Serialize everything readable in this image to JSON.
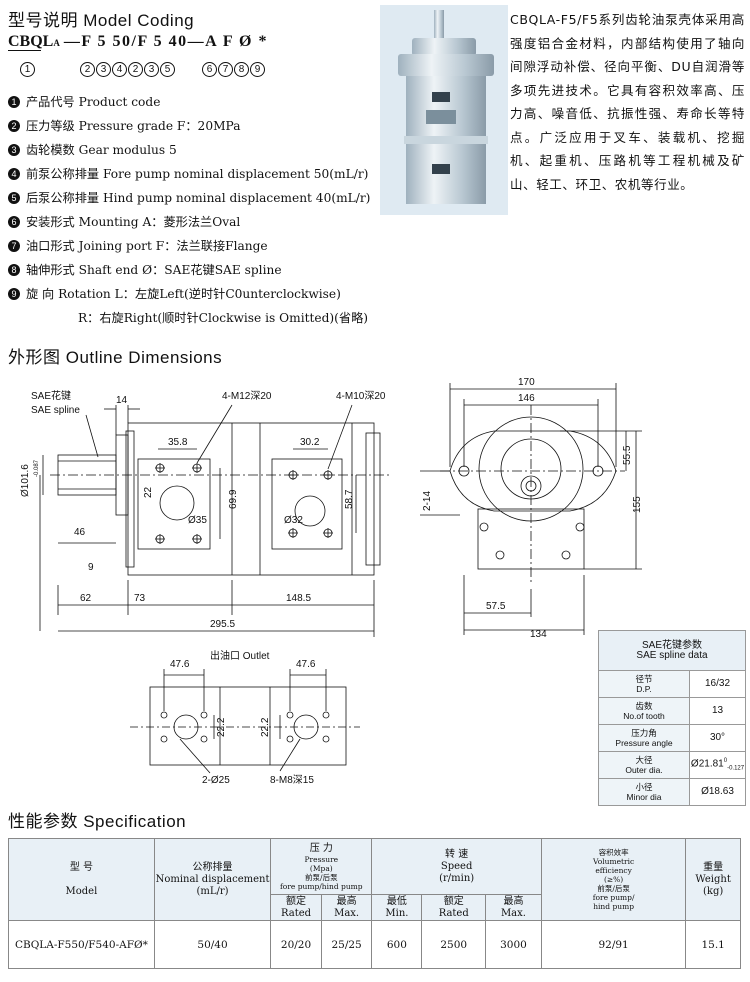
{
  "model_coding": {
    "title": "型号说明  Model Coding",
    "code_prefix": "CBQL",
    "code_sub": "A",
    "code_rest": "—F 5 50/F 5 40—A F Ø *",
    "numbers": [
      "1",
      "2",
      "3",
      "4",
      "2",
      "3",
      "5",
      "6",
      "7",
      "8",
      "9"
    ],
    "items": [
      {
        "n": "1",
        "text": "产品代号 Product code"
      },
      {
        "n": "2",
        "text": "压力等级 Pressure grade  F：20MPa"
      },
      {
        "n": "3",
        "text": "齿轮模数 Gear modulus 5"
      },
      {
        "n": "4",
        "text": "前泵公称排量 Fore pump nominal displacement 50(mL/r)"
      },
      {
        "n": "5",
        "text": "后泵公称排量 Hind pump nominal displacement 40(mL/r)"
      },
      {
        "n": "6",
        "text": "安装形式 Mounting  A：菱形法兰Oval"
      },
      {
        "n": "7",
        "text": "油口形式 Joining port  F：法兰联接Flange"
      },
      {
        "n": "8",
        "text": "轴伸形式 Shaft end  Ø：SAE花键SAE spline"
      },
      {
        "n": "9",
        "text": "旋      向 Rotation  L：左旋Left(逆时针C0unterclockwise)"
      }
    ],
    "item_r": "R：右旋Right(顺时针Clockwise is Omitted)(省略)"
  },
  "description": "CBQLA-F5/F5系列齿轮油泵壳体采用高强度铝合金材料，内部结构使用了轴向间隙浮动补偿、径向平衡、DU自润滑等多项先进技术。它具有容积效率高、压力高、噪音低、抗振性强、寿命长等特点。广泛应用于叉车、装载机、挖掘机、起重机、压路机等工程机械及矿山、轻工、环卫、农机等行业。",
  "outline": {
    "title": "外形图  Outline Dimensions",
    "labels": {
      "sae_cn": "SAE花键",
      "sae_en": "SAE spline",
      "d14": "14",
      "m12": "4-M12深20",
      "m10": "4-M10深20",
      "d358": "35.8",
      "d302": "30.2",
      "d22": "22",
      "d699": "69.9",
      "d587": "58.7",
      "phi35": "Ø35",
      "phi32": "Ø32",
      "phi1016": "Ø101.6",
      "tol1016": "-0.087",
      "d46": "46",
      "d9": "9",
      "d62": "62",
      "d73": "73",
      "d1485": "148.5",
      "d2955": "295.5",
      "d170": "170",
      "d146": "146",
      "d555": "55.5",
      "d155": "155",
      "d214": "2-14",
      "d575": "57.5",
      "d134": "134",
      "outlet": "出油口   Outlet",
      "d476a": "47.6",
      "d476b": "47.6",
      "d222a": "22.2",
      "d222b": "22.2",
      "phi25": "2-Ø25",
      "m8": "8-M8深15"
    }
  },
  "sae": {
    "title_cn": "SAE花键参数",
    "title_en": "SAE spline data",
    "rows": [
      {
        "cn": "径节",
        "en": "D.P.",
        "val": "16/32"
      },
      {
        "cn": "齿数",
        "en": "No.of tooth",
        "val": "13"
      },
      {
        "cn": "压力角",
        "en": "Pressure angle",
        "val": "30°"
      },
      {
        "cn": "大径",
        "en": "Outer dia.",
        "val": "Ø21.81",
        "tol_up": "0",
        "tol_dn": "-0.127"
      },
      {
        "cn": "小径",
        "en": "Minor dia",
        "val": "Ø18.63"
      }
    ]
  },
  "spec": {
    "title": "性能参数  Specification",
    "h_model_cn": "型      号",
    "h_model_en": "Model",
    "h_disp_cn": "公称排量",
    "h_disp_en": "Nominal displacement",
    "h_disp_unit": "(mL/r)",
    "h_press_cn": "压      力",
    "h_press_en": "Pressure",
    "h_press_unit": "(Mpa)",
    "h_press_note_cn": "前泵/后泵",
    "h_press_note_en": "fore pump/hind pump",
    "h_rated_cn": "额定",
    "h_rated_en": "Rated",
    "h_max_cn": "最高",
    "h_max_en": "Max.",
    "h_speed_cn": "转      速",
    "h_speed_en": "Speed",
    "h_speed_unit": "(r/min)",
    "h_min_cn": "最低",
    "h_min_en": "Min.",
    "h_srated_cn": "额定",
    "h_srated_en": "Rated",
    "h_smax_cn": "最高",
    "h_smax_en": "Max.",
    "h_vol_cn": "容积效率",
    "h_vol_en1": "Volumetric",
    "h_vol_en2": "efficiency",
    "h_vol_unit": "(≥%)",
    "h_vol_note_cn": "前泵/后泵",
    "h_vol_note_en": "fore pump/",
    "h_vol_note_en2": "hind pump",
    "h_wt_cn": "重量",
    "h_wt_en": "Weight",
    "h_wt_unit": "(kg)",
    "row": {
      "model": "CBQLA-F550/F540-AFØ*",
      "disp": "50/40",
      "rated": "20/20",
      "max": "25/25",
      "min": "600",
      "srated": "2500",
      "smax": "3000",
      "vol": "92/91",
      "weight": "15.1"
    }
  }
}
